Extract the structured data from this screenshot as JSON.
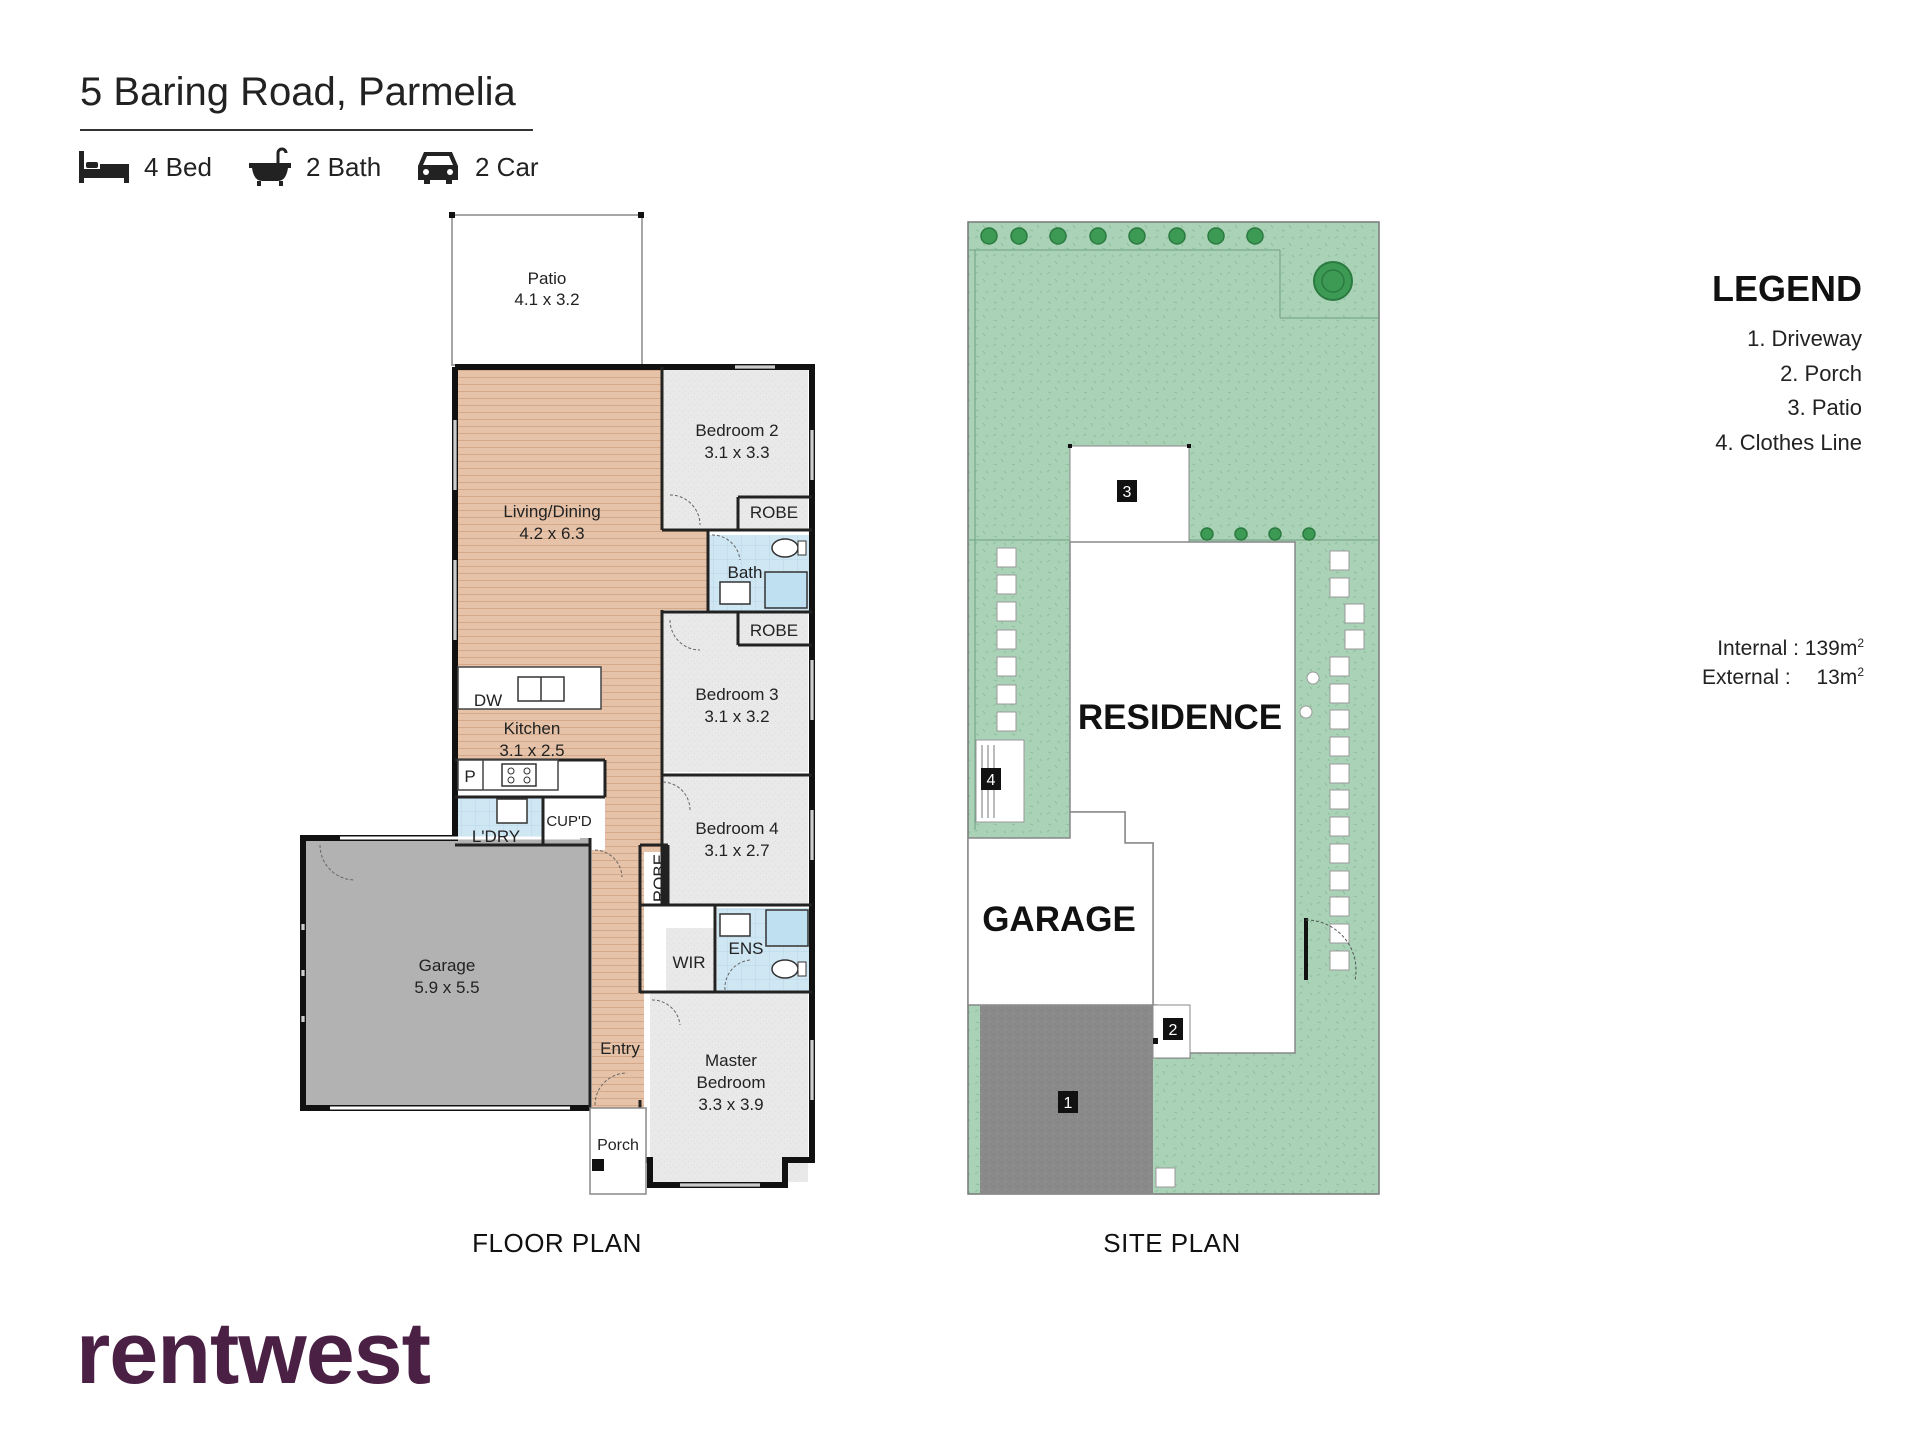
{
  "property": {
    "address": "5 Baring Road, Parmelia",
    "features": [
      {
        "icon": "bed-icon",
        "label": "4 Bed"
      },
      {
        "icon": "bath-icon",
        "label": "2 Bath"
      },
      {
        "icon": "car-icon",
        "label": "2 Car"
      }
    ]
  },
  "legend": {
    "title": "LEGEND",
    "items": [
      "1. Driveway",
      "2. Porch",
      "3. Patio",
      "4. Clothes Line"
    ]
  },
  "areas": {
    "internal_label": "Internal",
    "internal_value": ": 139m",
    "external_label": "External :",
    "external_value": "13m",
    "unit_sup": "2"
  },
  "floor_plan": {
    "caption": "FLOOR PLAN",
    "rooms": {
      "patio": {
        "name": "Patio",
        "size": "4.1 x 3.2"
      },
      "living": {
        "name": "Living/Dining",
        "size": "4.2 x 6.3"
      },
      "bedroom2": {
        "name": "Bedroom 2",
        "size": "3.1 x 3.3"
      },
      "robe1": "ROBE",
      "bath": "Bath",
      "robe2": "ROBE",
      "bedroom3": {
        "name": "Bedroom 3",
        "size": "3.1 x 3.2"
      },
      "dw": "DW",
      "kitchen": {
        "name": "Kitchen",
        "size": "3.1 x 2.5"
      },
      "pantry": "P",
      "laundry": "L'DRY",
      "cupboard": "CUP'D",
      "bedroom4": {
        "name": "Bedroom 4",
        "size": "3.1 x 2.7"
      },
      "robe3": "ROBE",
      "wir": "WIR",
      "ens": "ENS",
      "garage": {
        "name": "Garage",
        "size": "5.9 x 5.5"
      },
      "entry": "Entry",
      "master": {
        "name1": "Master",
        "name2": "Bedroom",
        "size": "3.3 x 3.9"
      },
      "porch": "Porch"
    }
  },
  "site_plan": {
    "caption": "SITE PLAN",
    "residence": "RESIDENCE",
    "garage": "GARAGE",
    "markers": [
      "1",
      "2",
      "3",
      "4"
    ]
  },
  "colors": {
    "lawn": "#a9d2b6",
    "wood": "#e6c3a8",
    "wet": "#cfe6f3",
    "garage_floor": "#b2b2b2",
    "driveway": "#8a8a8a",
    "brand": "#4a2045"
  },
  "brand": {
    "name": "rentwest"
  }
}
